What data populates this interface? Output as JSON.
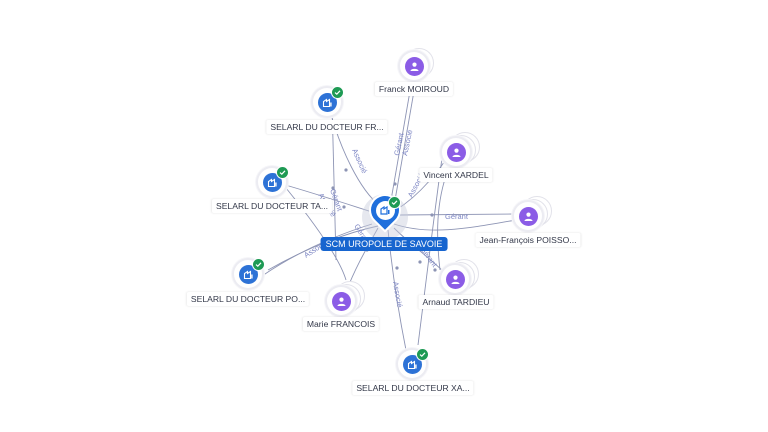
{
  "center": {
    "label": "SCM UROPOLE DE SAVOIE",
    "icon": "company-icon",
    "verified": true,
    "accent": "#1765cf"
  },
  "nodes": [
    {
      "key": "franck",
      "label": "Franck MOIROUD",
      "type": "person",
      "verified": false
    },
    {
      "key": "selarl_fr",
      "label": "SELARL DU DOCTEUR FR...",
      "type": "company",
      "verified": true
    },
    {
      "key": "vincent",
      "label": "Vincent XARDEL",
      "type": "person",
      "verified": false
    },
    {
      "key": "selarl_ta",
      "label": "SELARL DU DOCTEUR TA...",
      "type": "company",
      "verified": true
    },
    {
      "key": "jean",
      "label": "Jean-François POISSO...",
      "type": "person",
      "verified": false
    },
    {
      "key": "selarl_po",
      "label": "SELARL DU DOCTEUR PO...",
      "type": "company",
      "verified": true
    },
    {
      "key": "marie",
      "label": "Marie FRANCOIS",
      "type": "person",
      "verified": false
    },
    {
      "key": "arnaud",
      "label": "Arnaud TARDIEU",
      "type": "person",
      "verified": false
    },
    {
      "key": "selarl_xa",
      "label": "SELARL DU DOCTEUR XA...",
      "type": "company",
      "verified": true
    }
  ],
  "edge_labels": {
    "gerant": "Gérant",
    "associe": "Associé"
  },
  "colors": {
    "company": "#2d72d6",
    "person": "#8b5ce6",
    "verified": "#1e9a54",
    "edge": "#8d94b4",
    "edge_label": "#7d86c4"
  }
}
